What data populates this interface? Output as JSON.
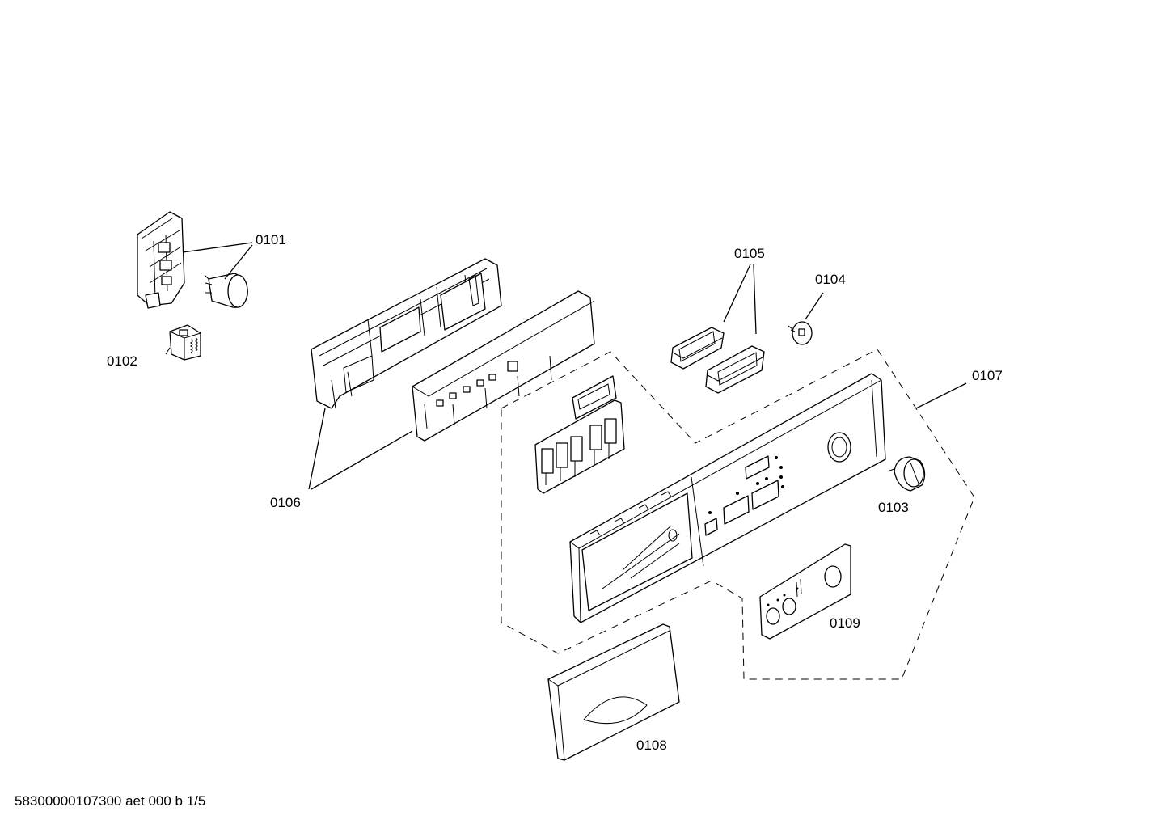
{
  "diagram": {
    "callouts": [
      {
        "id": "0101",
        "label": "0101"
      },
      {
        "id": "0102",
        "label": "0102"
      },
      {
        "id": "0103",
        "label": "0103"
      },
      {
        "id": "0104",
        "label": "0104"
      },
      {
        "id": "0105",
        "label": "0105"
      },
      {
        "id": "0106",
        "label": "0106"
      },
      {
        "id": "0107",
        "label": "0107"
      },
      {
        "id": "0108",
        "label": "0108"
      },
      {
        "id": "0109",
        "label": "0109"
      }
    ],
    "footer": "58300000107300 aet 000 b 1/5"
  }
}
